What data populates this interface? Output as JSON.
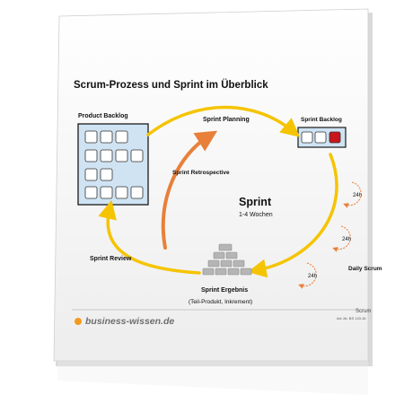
{
  "title": "Scrum-Prozess und Sprint im Überblick",
  "labels": {
    "product_backlog": "Product Backlog",
    "sprint_planning": "Sprint Planning",
    "sprint_backlog": "Sprint Backlog",
    "sprint_retrospective": "Sprint Retrospective",
    "sprint": "Sprint",
    "sprint_duration": "1-4 Wochen",
    "sprint_review": "Sprint Review",
    "daily_scrum": "Daily Scrum",
    "daily_cycle": "24h",
    "sprint_result": "Sprint Ergebnis",
    "sprint_result_sub": "(Teil-Produkt, Inkrement)"
  },
  "footer": {
    "brand": "business-wissen.de",
    "doc_name": "Scrum",
    "article_no": "Art.-Nr. BS 143.16"
  },
  "colors": {
    "cycle_arrow": "#f5c400",
    "retro_arrow": "#e8803a",
    "backlog_fill": "#cfe3f3",
    "backlog_item_done": "#c8161d",
    "brand_dot": "#f39a1e"
  }
}
